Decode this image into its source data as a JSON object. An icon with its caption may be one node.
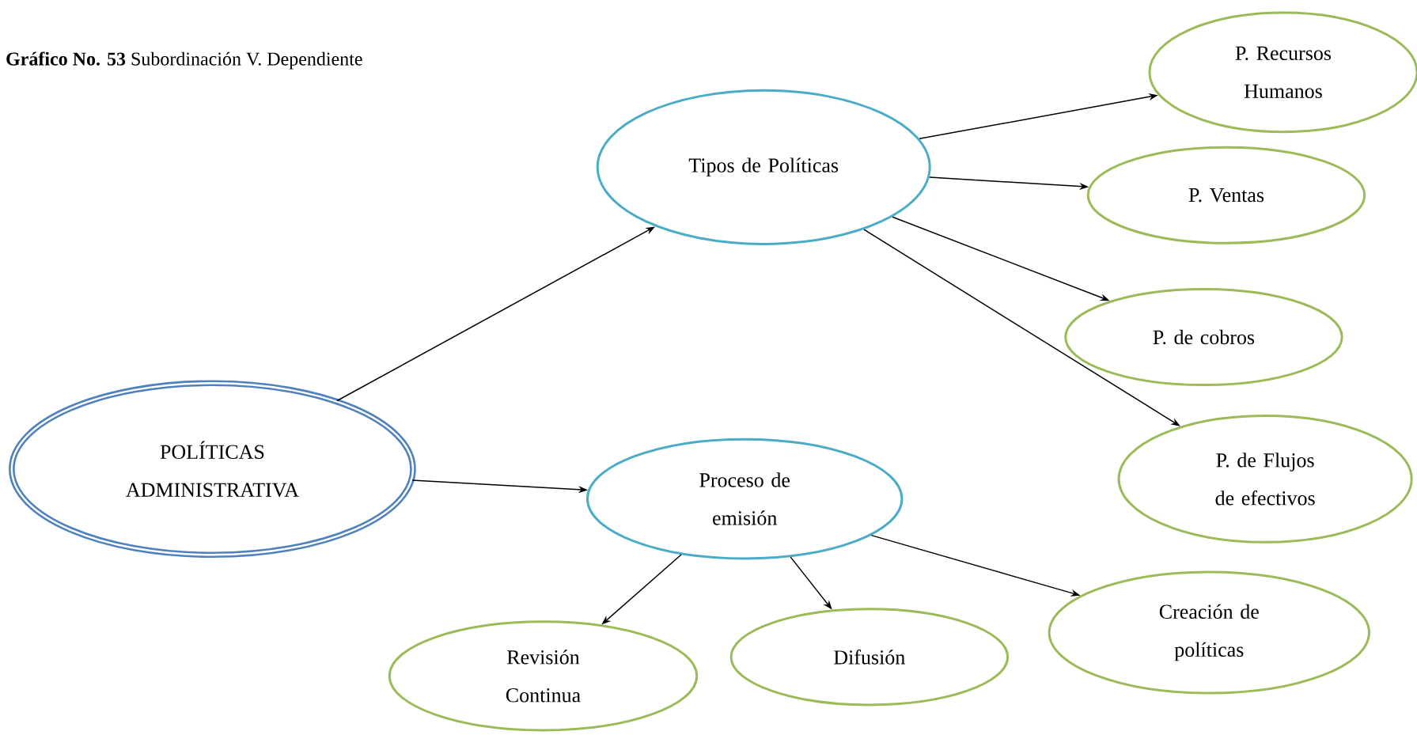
{
  "diagram": {
    "title": "**Gráfico No. 53** Subordinación V. Dependiente",
    "nodes": [
      {
        "text": [
          "POLÍTICAS ADMINISTRATIVA"
        ]
      },
      {
        "text": [
          "Tipos de Políticas"
        ]
      },
      {
        "text": [
          "P. Recursos Humanos"
        ]
      },
      {
        "text": [
          "P. Ventas"
        ]
      },
      {
        "text": [
          "P. de cobros"
        ]
      },
      {
        "text": [
          "P. de Flujos de efectivos"
        ]
      },
      {
        "text": [
          "Proceso de emisión"
        ]
      },
      {
        "text": [
          "Revisión Continua"
        ]
      },
      {
        "text": [
          "Difusión"
        ]
      },
      {
        "text": [
          "Creación de políticas"
        ]
      }
    ],
    "edges": [
      {
        "from": 0,
        "to": 1,
        "arrow": "to"
      },
      {
        "from": 0,
        "to": 6,
        "arrow": "to"
      },
      {
        "from": 1,
        "to": 2,
        "arrow": "to"
      },
      {
        "from": 1,
        "to": 3,
        "arrow": "to"
      },
      {
        "from": 1,
        "to": 4,
        "arrow": "to"
      },
      {
        "from": 1,
        "to": 5,
        "arrow": "to"
      },
      {
        "from": 6,
        "to": 7,
        "arrow": "to"
      },
      {
        "from": 6,
        "to": 8,
        "arrow": "to"
      },
      {
        "from": 6,
        "to": 9,
        "arrow": "to"
      }
    ]
  }
}
